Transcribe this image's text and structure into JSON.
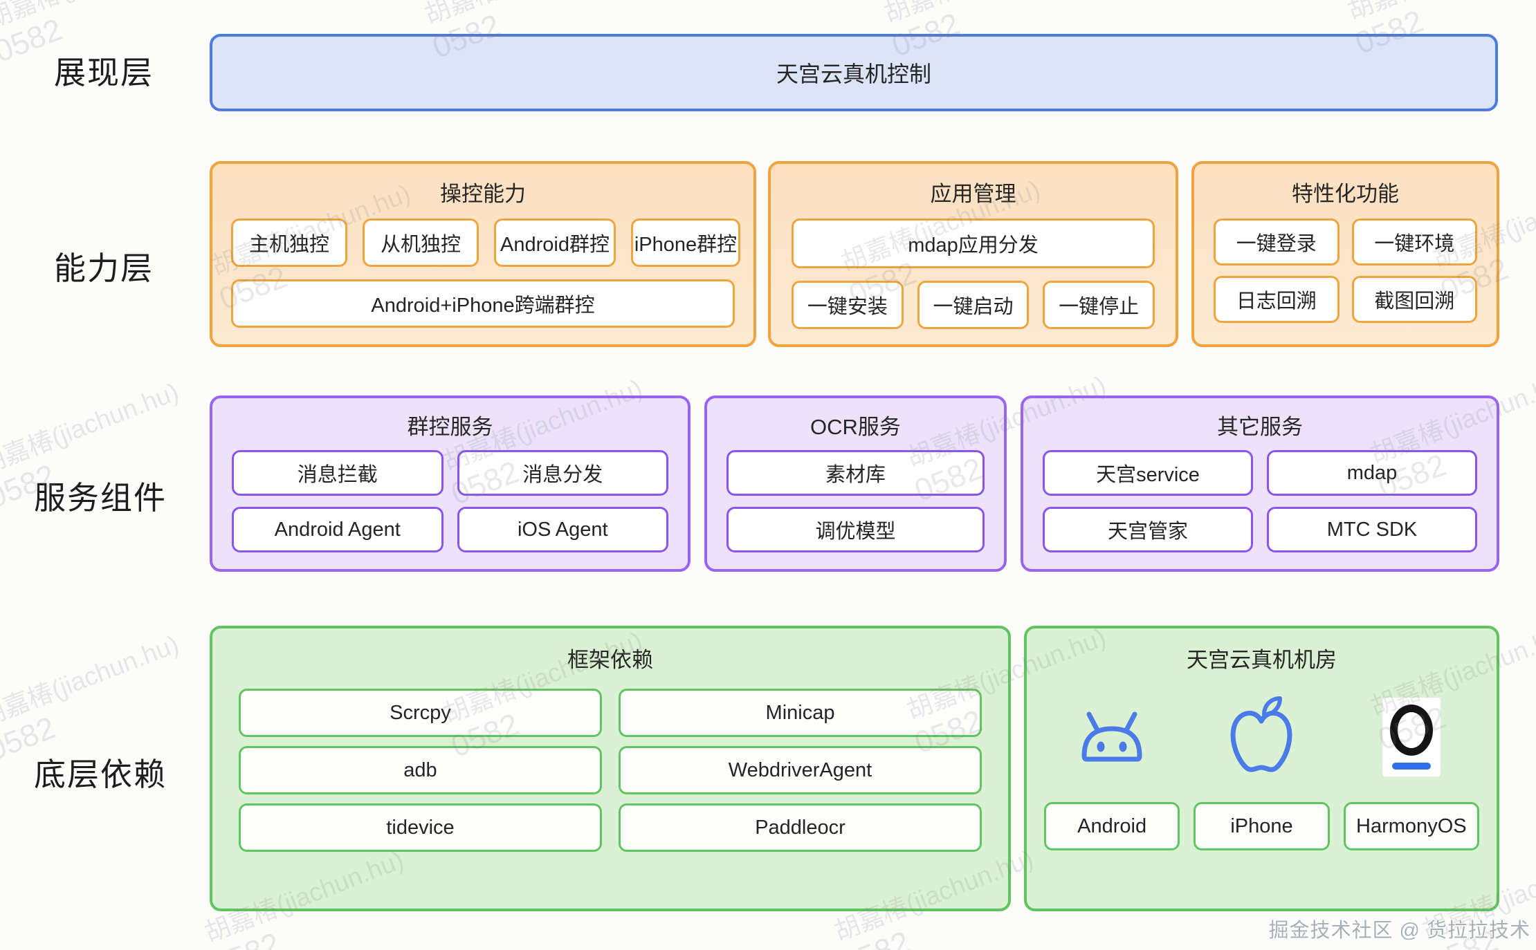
{
  "title_box": "天宫云真机控制",
  "row_labels": {
    "presentation": "展现层",
    "capability": "能力层",
    "services": "服务组件",
    "foundation": "底层依赖"
  },
  "capability": {
    "control": {
      "title": "操控能力",
      "items": [
        "主机独控",
        "从机独控",
        "Android群控",
        "iPhone群控"
      ],
      "wide": "Android+iPhone跨端群控"
    },
    "app_mgmt": {
      "title": "应用管理",
      "wide": "mdap应用分发",
      "items": [
        "一键安装",
        "一键启动",
        "一键停止"
      ]
    },
    "special": {
      "title": "特性化功能",
      "items": [
        "一键登录",
        "一键环境",
        "日志回溯",
        "截图回溯"
      ]
    }
  },
  "services": {
    "group_control": {
      "title": "群控服务",
      "items": [
        "消息拦截",
        "消息分发",
        "Android Agent",
        "iOS Agent"
      ]
    },
    "ocr": {
      "title": "OCR服务",
      "items": [
        "素材库",
        "调优模型"
      ]
    },
    "other": {
      "title": "其它服务",
      "items": [
        "天宫service",
        "mdap",
        "天宫管家",
        "MTC SDK"
      ]
    }
  },
  "foundation": {
    "frameworks": {
      "title": "框架依赖",
      "items": [
        "Scrcpy",
        "Minicap",
        "adb",
        "WebdriverAgent",
        "tidevice",
        "Paddleocr"
      ]
    },
    "device_room": {
      "title": "天宫云真机机房",
      "icons": [
        "android-icon",
        "apple-icon",
        "harmonyos-icon"
      ],
      "items": [
        "Android",
        "iPhone",
        "HarmonyOS"
      ]
    }
  },
  "watermark": {
    "name": "胡嘉椿(jiachun.hu)",
    "code": "0582"
  },
  "credit": "掘金技术社区 @ 货拉拉技术",
  "colors": {
    "blue_border": "#4a7be0",
    "blue_fill": "#dce4f8",
    "orange_border": "#f1a33e",
    "orange_fill": "#fce4c9",
    "purple_border": "#9765f0",
    "purple_fill": "#ece3fb",
    "green_border": "#60c560",
    "green_fill": "#dbf1d3",
    "icon_blue": "#4a7be8",
    "harmony_bar_blue": "#2e6fe8"
  }
}
